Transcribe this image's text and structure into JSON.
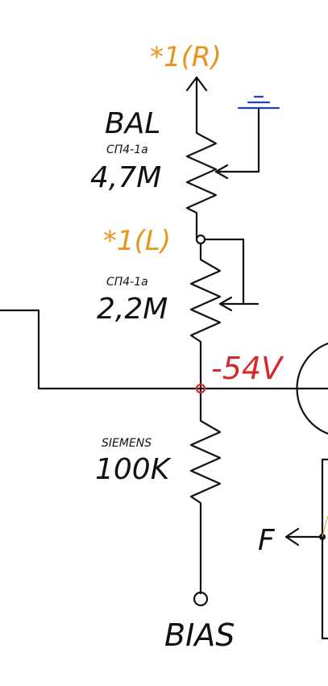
{
  "labels": {
    "top_terminal": "*1(R)",
    "bal_title": "BAL",
    "bal_type": "СП4-1а",
    "bal_value": "4,7M",
    "mid_terminal": "*1(L)",
    "r2_type": "СП4-1а",
    "r2_value": "2,2M",
    "node_voltage": "-54V",
    "r3_brand": "SIEMENS",
    "r3_value": "100K",
    "bottom_terminal": "BIAS",
    "f_label": "F"
  },
  "colors": {
    "wire": "#111111",
    "terminal_label": "#e8951c",
    "node_voltage": "#d42a2a",
    "ground": "#1f3fbf",
    "accent_line": "#e8b44a"
  },
  "icons": [
    "arrow-up-icon",
    "ground-icon",
    "arrow-left-icon"
  ]
}
